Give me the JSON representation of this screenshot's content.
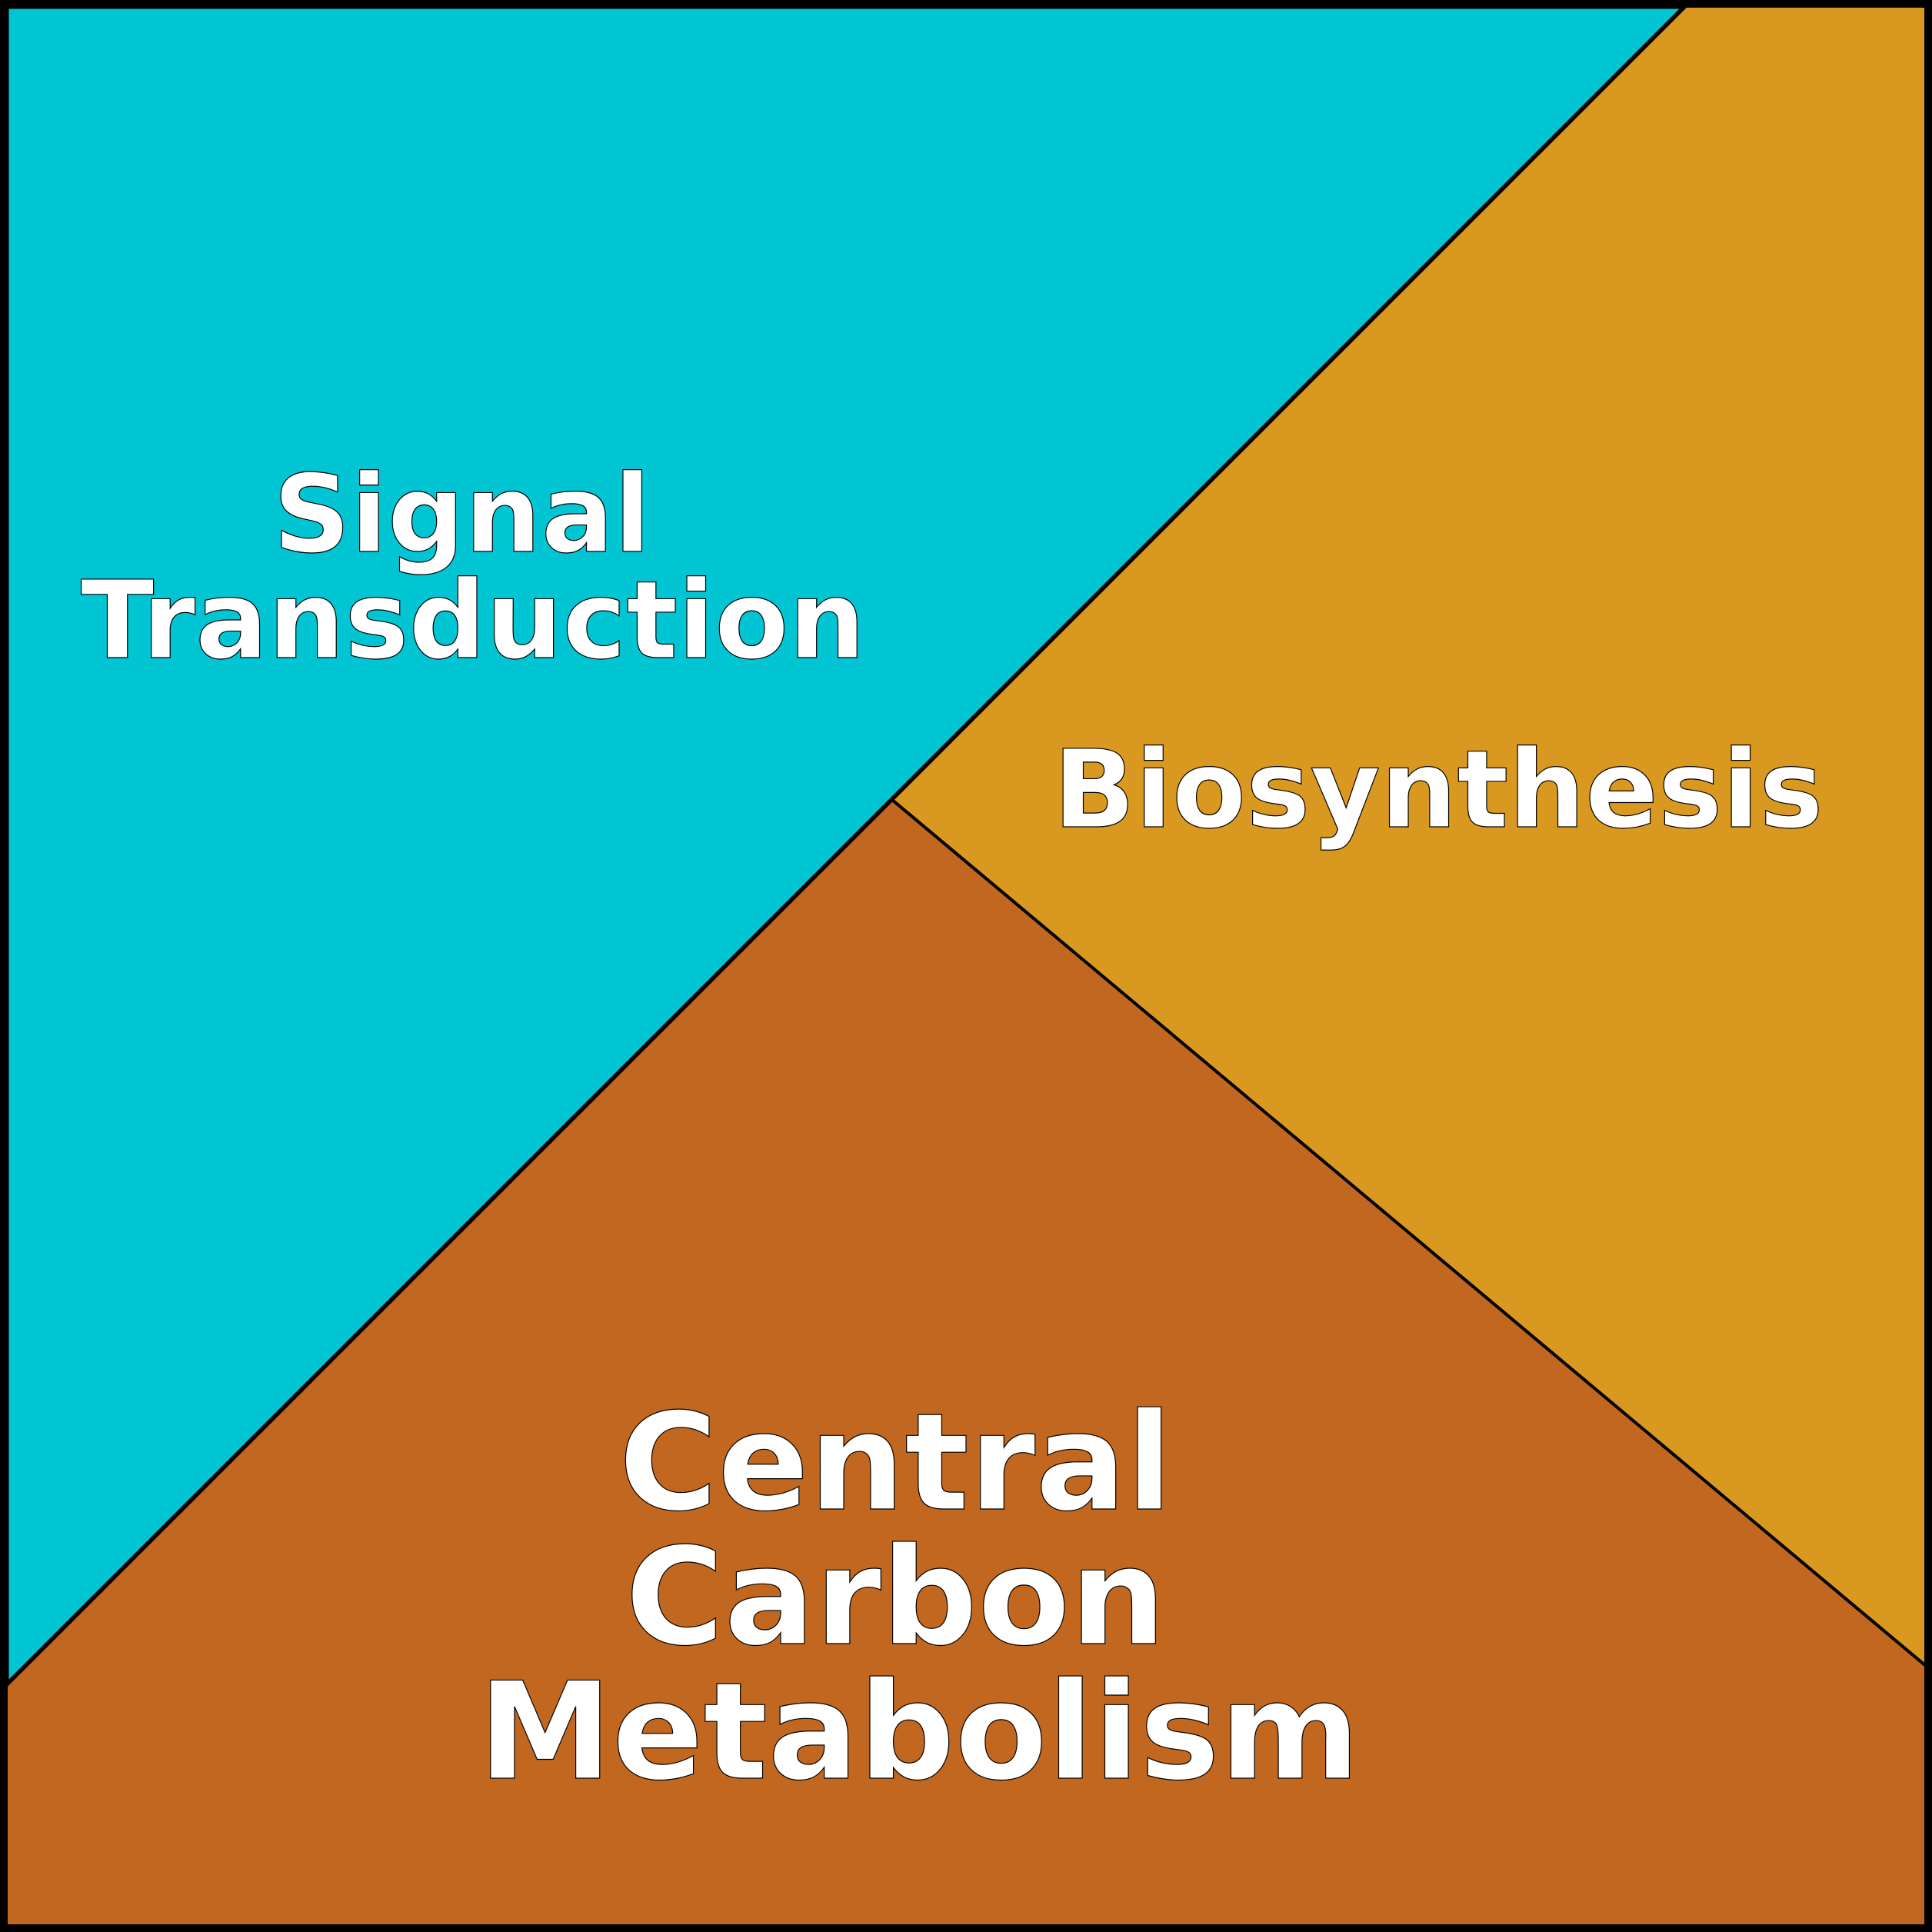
{
  "chart_data": {
    "type": "voronoi-treemap",
    "regions": [
      {
        "name": "Signal Transduction",
        "lines": [
          "Signal",
          "Transduction"
        ],
        "color": "#02c5d4"
      },
      {
        "name": "Biosynthesis",
        "lines": [
          "Biosynthesis"
        ],
        "color": "#d99921"
      },
      {
        "name": "Central Carbon Metabolism",
        "lines": [
          "Central",
          "Carbon",
          "Metabolism"
        ],
        "color": "#c1671f"
      }
    ]
  }
}
